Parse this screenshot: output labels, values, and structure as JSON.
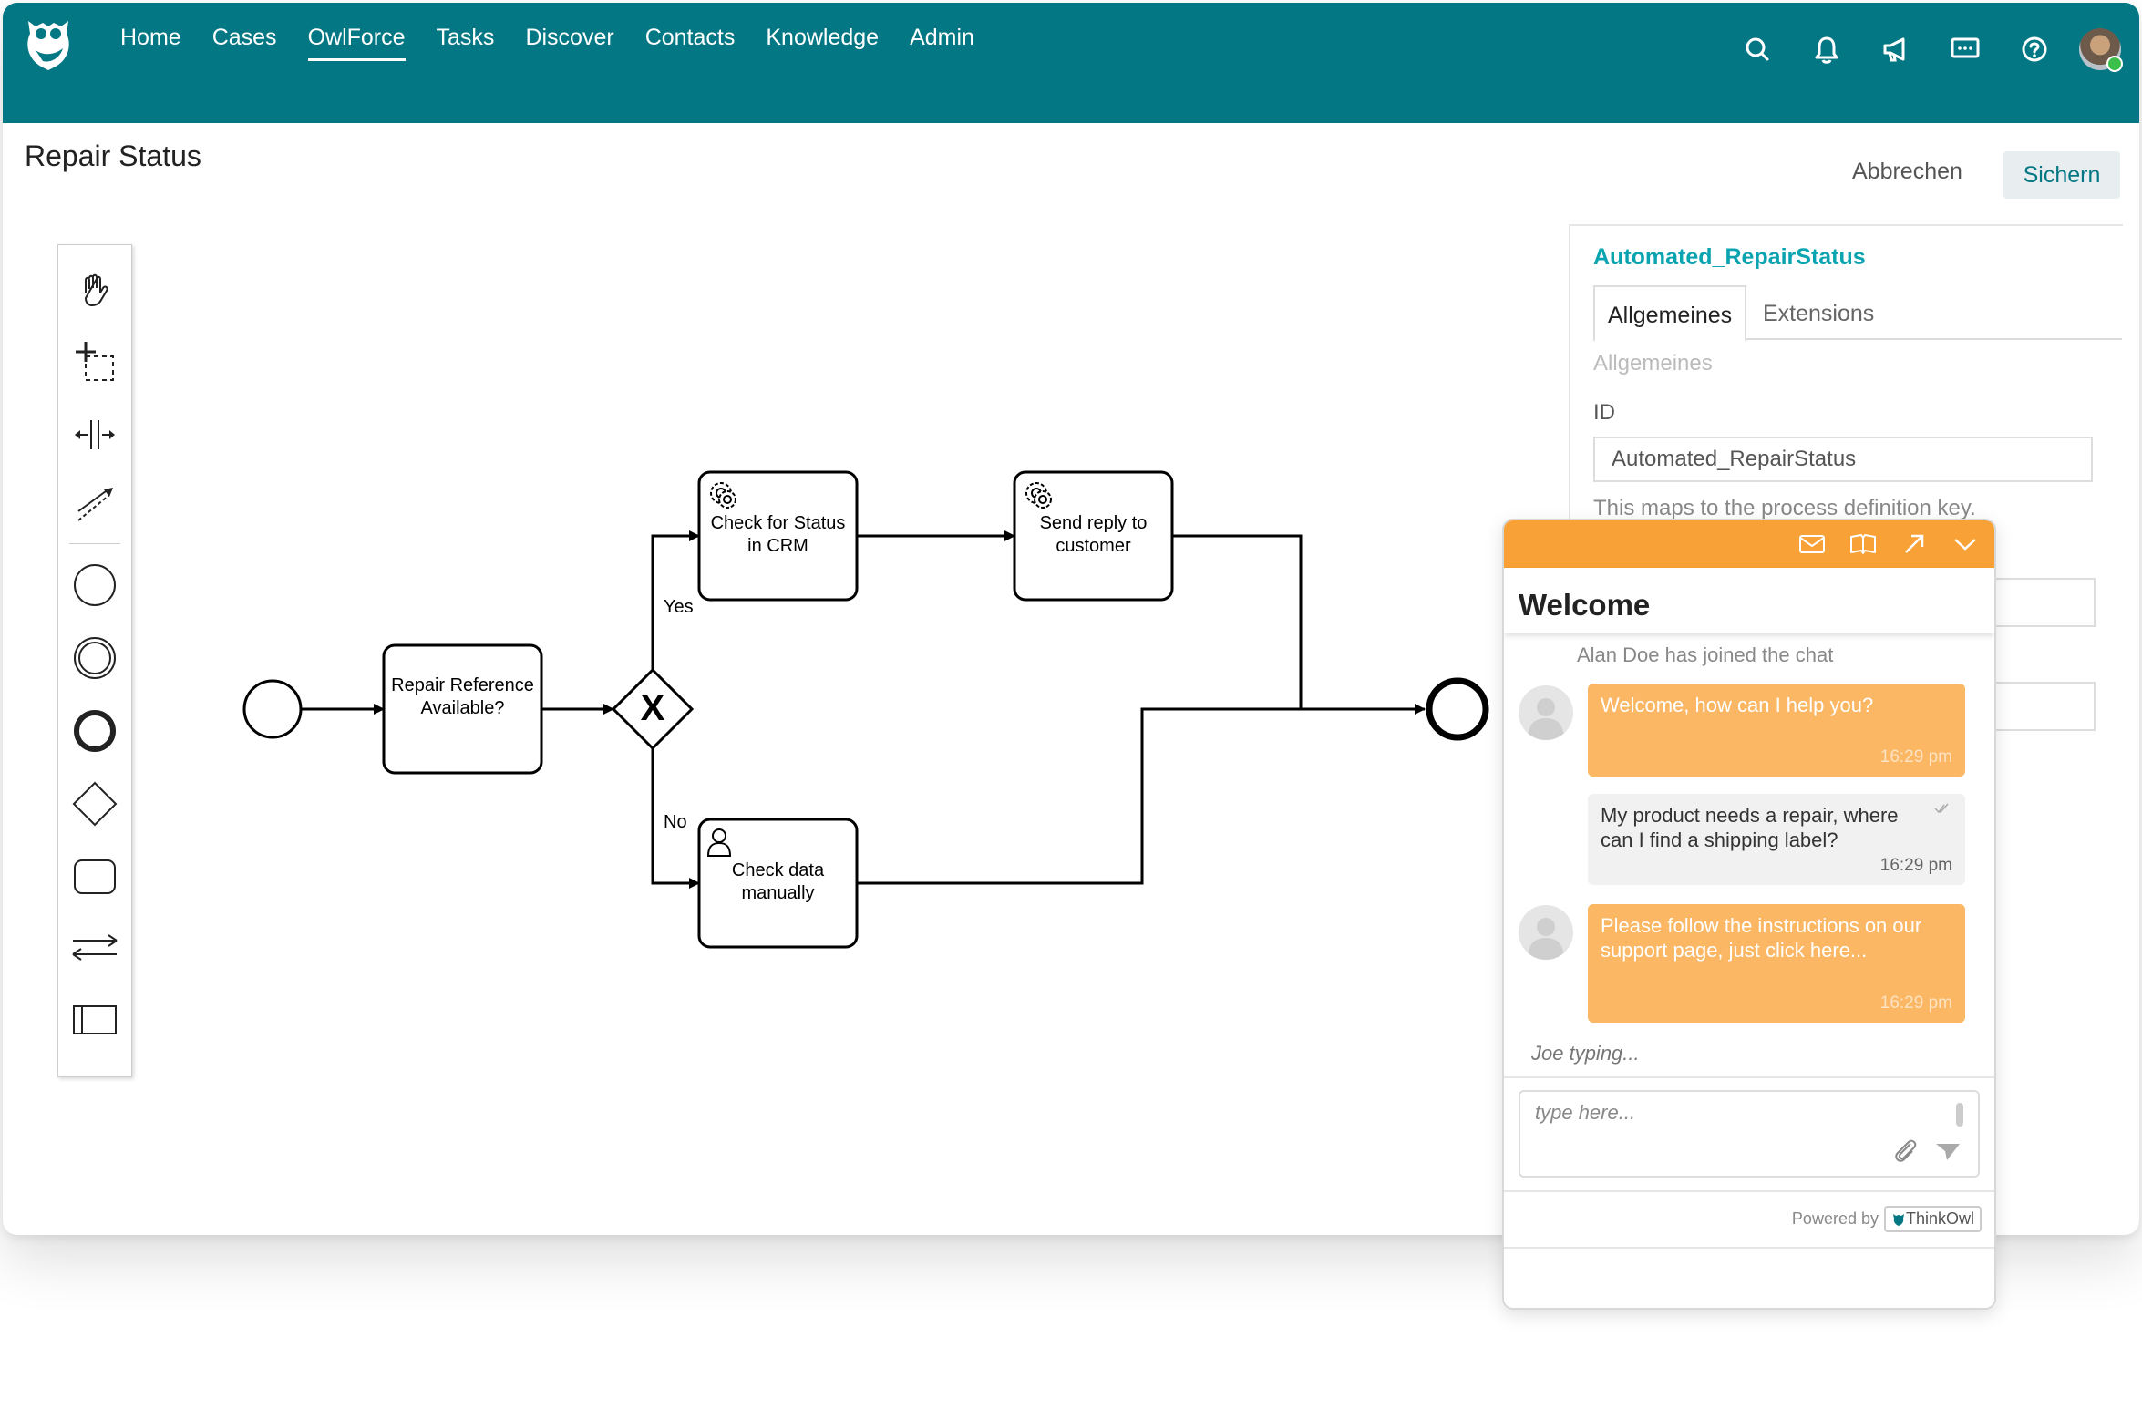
{
  "nav": {
    "items": [
      {
        "label": "Home",
        "active": false
      },
      {
        "label": "Cases",
        "active": false
      },
      {
        "label": "OwlForce",
        "active": true
      },
      {
        "label": "Tasks",
        "active": false
      },
      {
        "label": "Discover",
        "active": false
      },
      {
        "label": "Contacts",
        "active": false
      },
      {
        "label": "Knowledge",
        "active": false
      },
      {
        "label": "Admin",
        "active": false
      }
    ],
    "icons": [
      "search-icon",
      "bell-icon",
      "megaphone-icon",
      "chat-icon",
      "help-icon"
    ]
  },
  "page": {
    "title": "Repair Status",
    "cancel_label": "Abbrechen",
    "save_label": "Sichern"
  },
  "diagram": {
    "nodes": {
      "repair_reference": "Repair Reference Available?",
      "check_crm": "Check for Status in CRM",
      "send_reply": "Send reply to customer",
      "check_manual": "Check data manually"
    },
    "edges": {
      "yes": "Yes",
      "no": "No"
    },
    "gateway_symbol": "X"
  },
  "properties": {
    "process_name": "Automated_RepairStatus",
    "tabs": [
      "Allgemeines",
      "Extensions"
    ],
    "section": "Allgemeines",
    "id_label": "ID",
    "id_value": "Automated_RepairStatus",
    "hint": "This maps to the process definition key."
  },
  "chat": {
    "title": "Welcome",
    "joined": "Alan Doe has joined the chat",
    "messages": [
      {
        "from": "agent",
        "text": "Welcome, how can I help you?",
        "time": "16:29 pm"
      },
      {
        "from": "user",
        "text": "My product needs a repair, where can I find a shipping label?",
        "time": "16:29 pm"
      },
      {
        "from": "agent",
        "text": "Please follow the instructions on our support page, just click here...",
        "time": "16:29 pm"
      }
    ],
    "typing": "Joe typing...",
    "input_placeholder": "type here...",
    "powered_by": "Powered by",
    "brand": "ThinkOwl",
    "accent": "#f7a137"
  },
  "colors": {
    "topbar": "#037783",
    "link": "#0aa3b0"
  }
}
